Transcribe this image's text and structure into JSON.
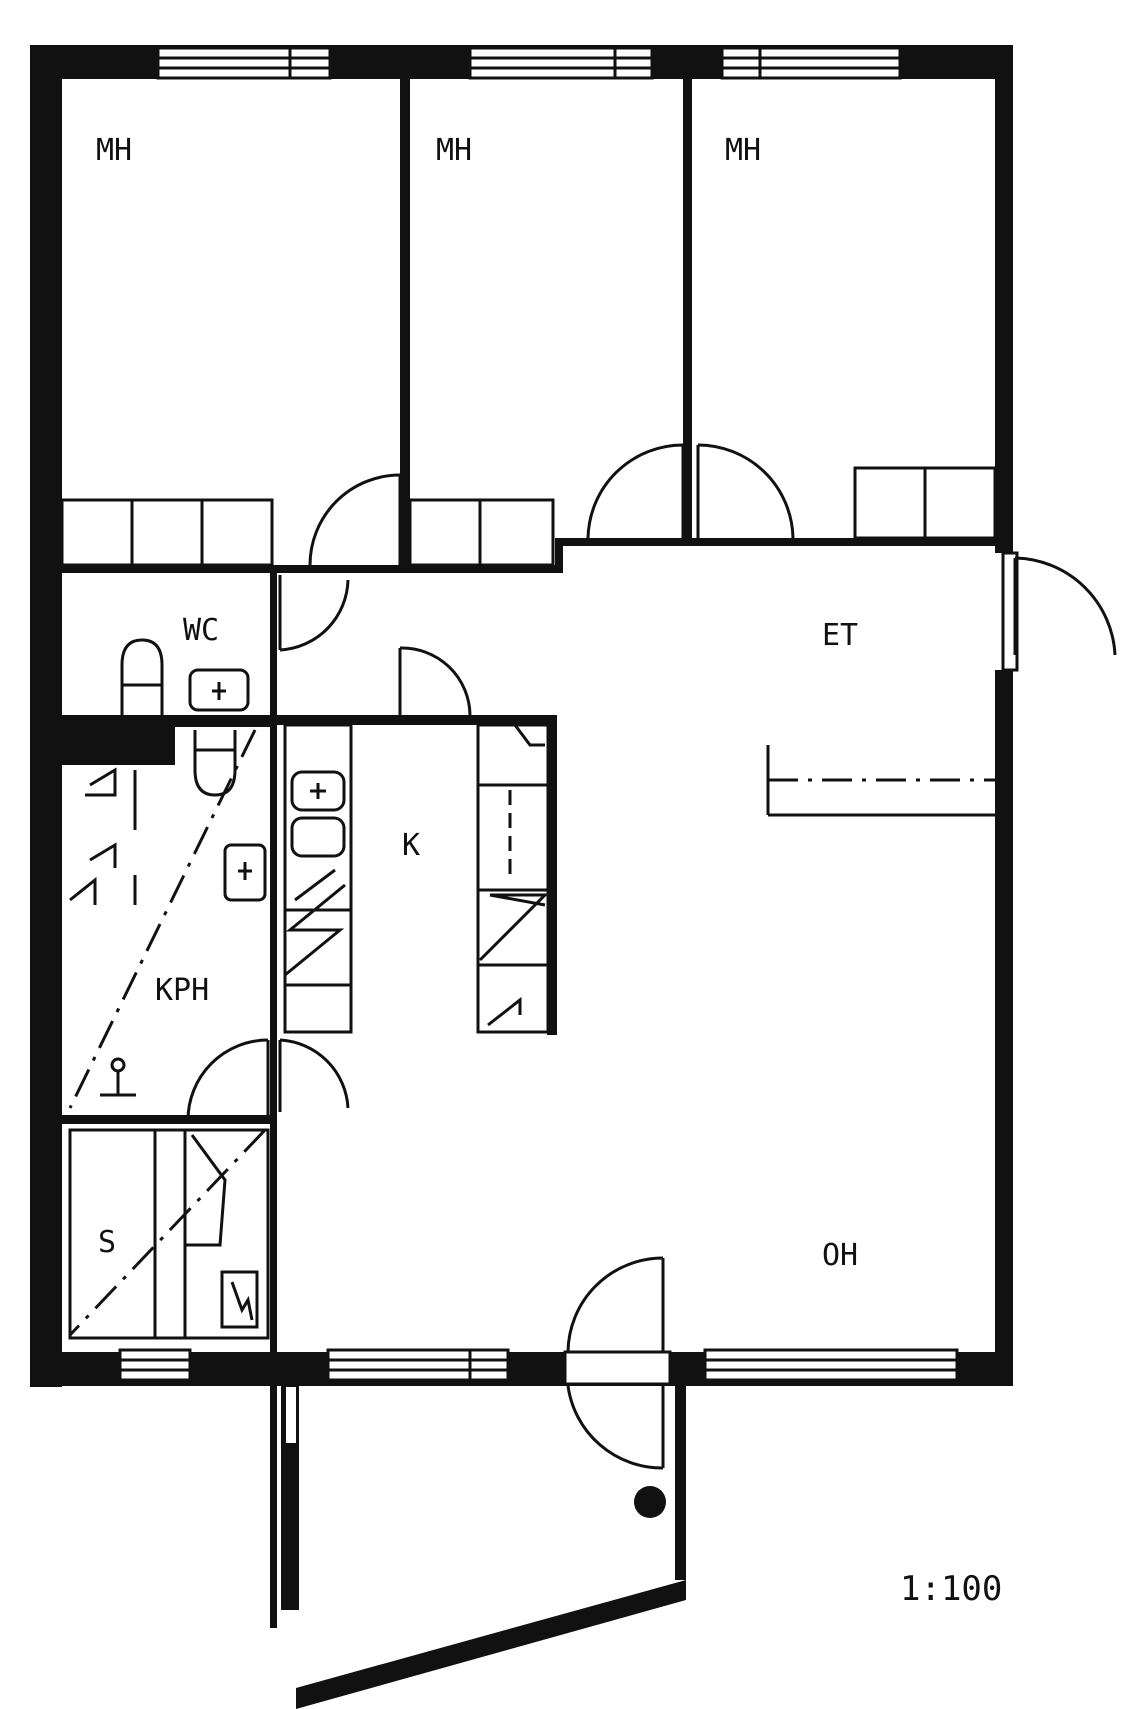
{
  "rooms": {
    "bedroom_1": "MH",
    "bedroom_2": "MH",
    "bedroom_3": "MH",
    "wc": "WC",
    "hall": "ET",
    "kitchen": "K",
    "bathroom": "KPH",
    "sauna": "S",
    "living_room": "OH"
  },
  "scale": "1:100",
  "colors": {
    "wall": "#111111",
    "line": "#111111",
    "background": "#ffffff"
  }
}
